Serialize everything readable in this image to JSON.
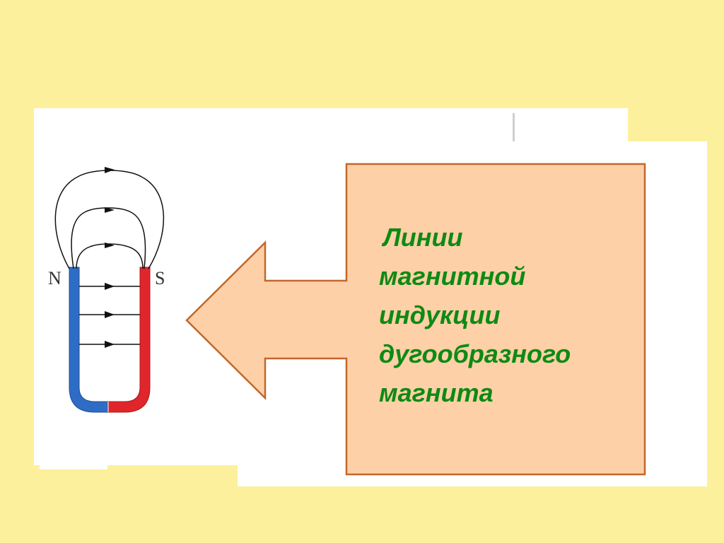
{
  "diagram": {
    "magnet": {
      "north_label": "N",
      "south_label": "S",
      "north_color": "#2e6cc5",
      "south_color": "#e0262b",
      "field_line_color": "#111111"
    },
    "callout": {
      "lines": [
        "Линии",
        "магнитной",
        "индукции",
        "дугообразного",
        "магнита"
      ],
      "box_fill": "#fdd0a8",
      "box_border": "#c2672b",
      "text_color": "#0e8a12"
    },
    "background_color": "#fdf09c"
  }
}
